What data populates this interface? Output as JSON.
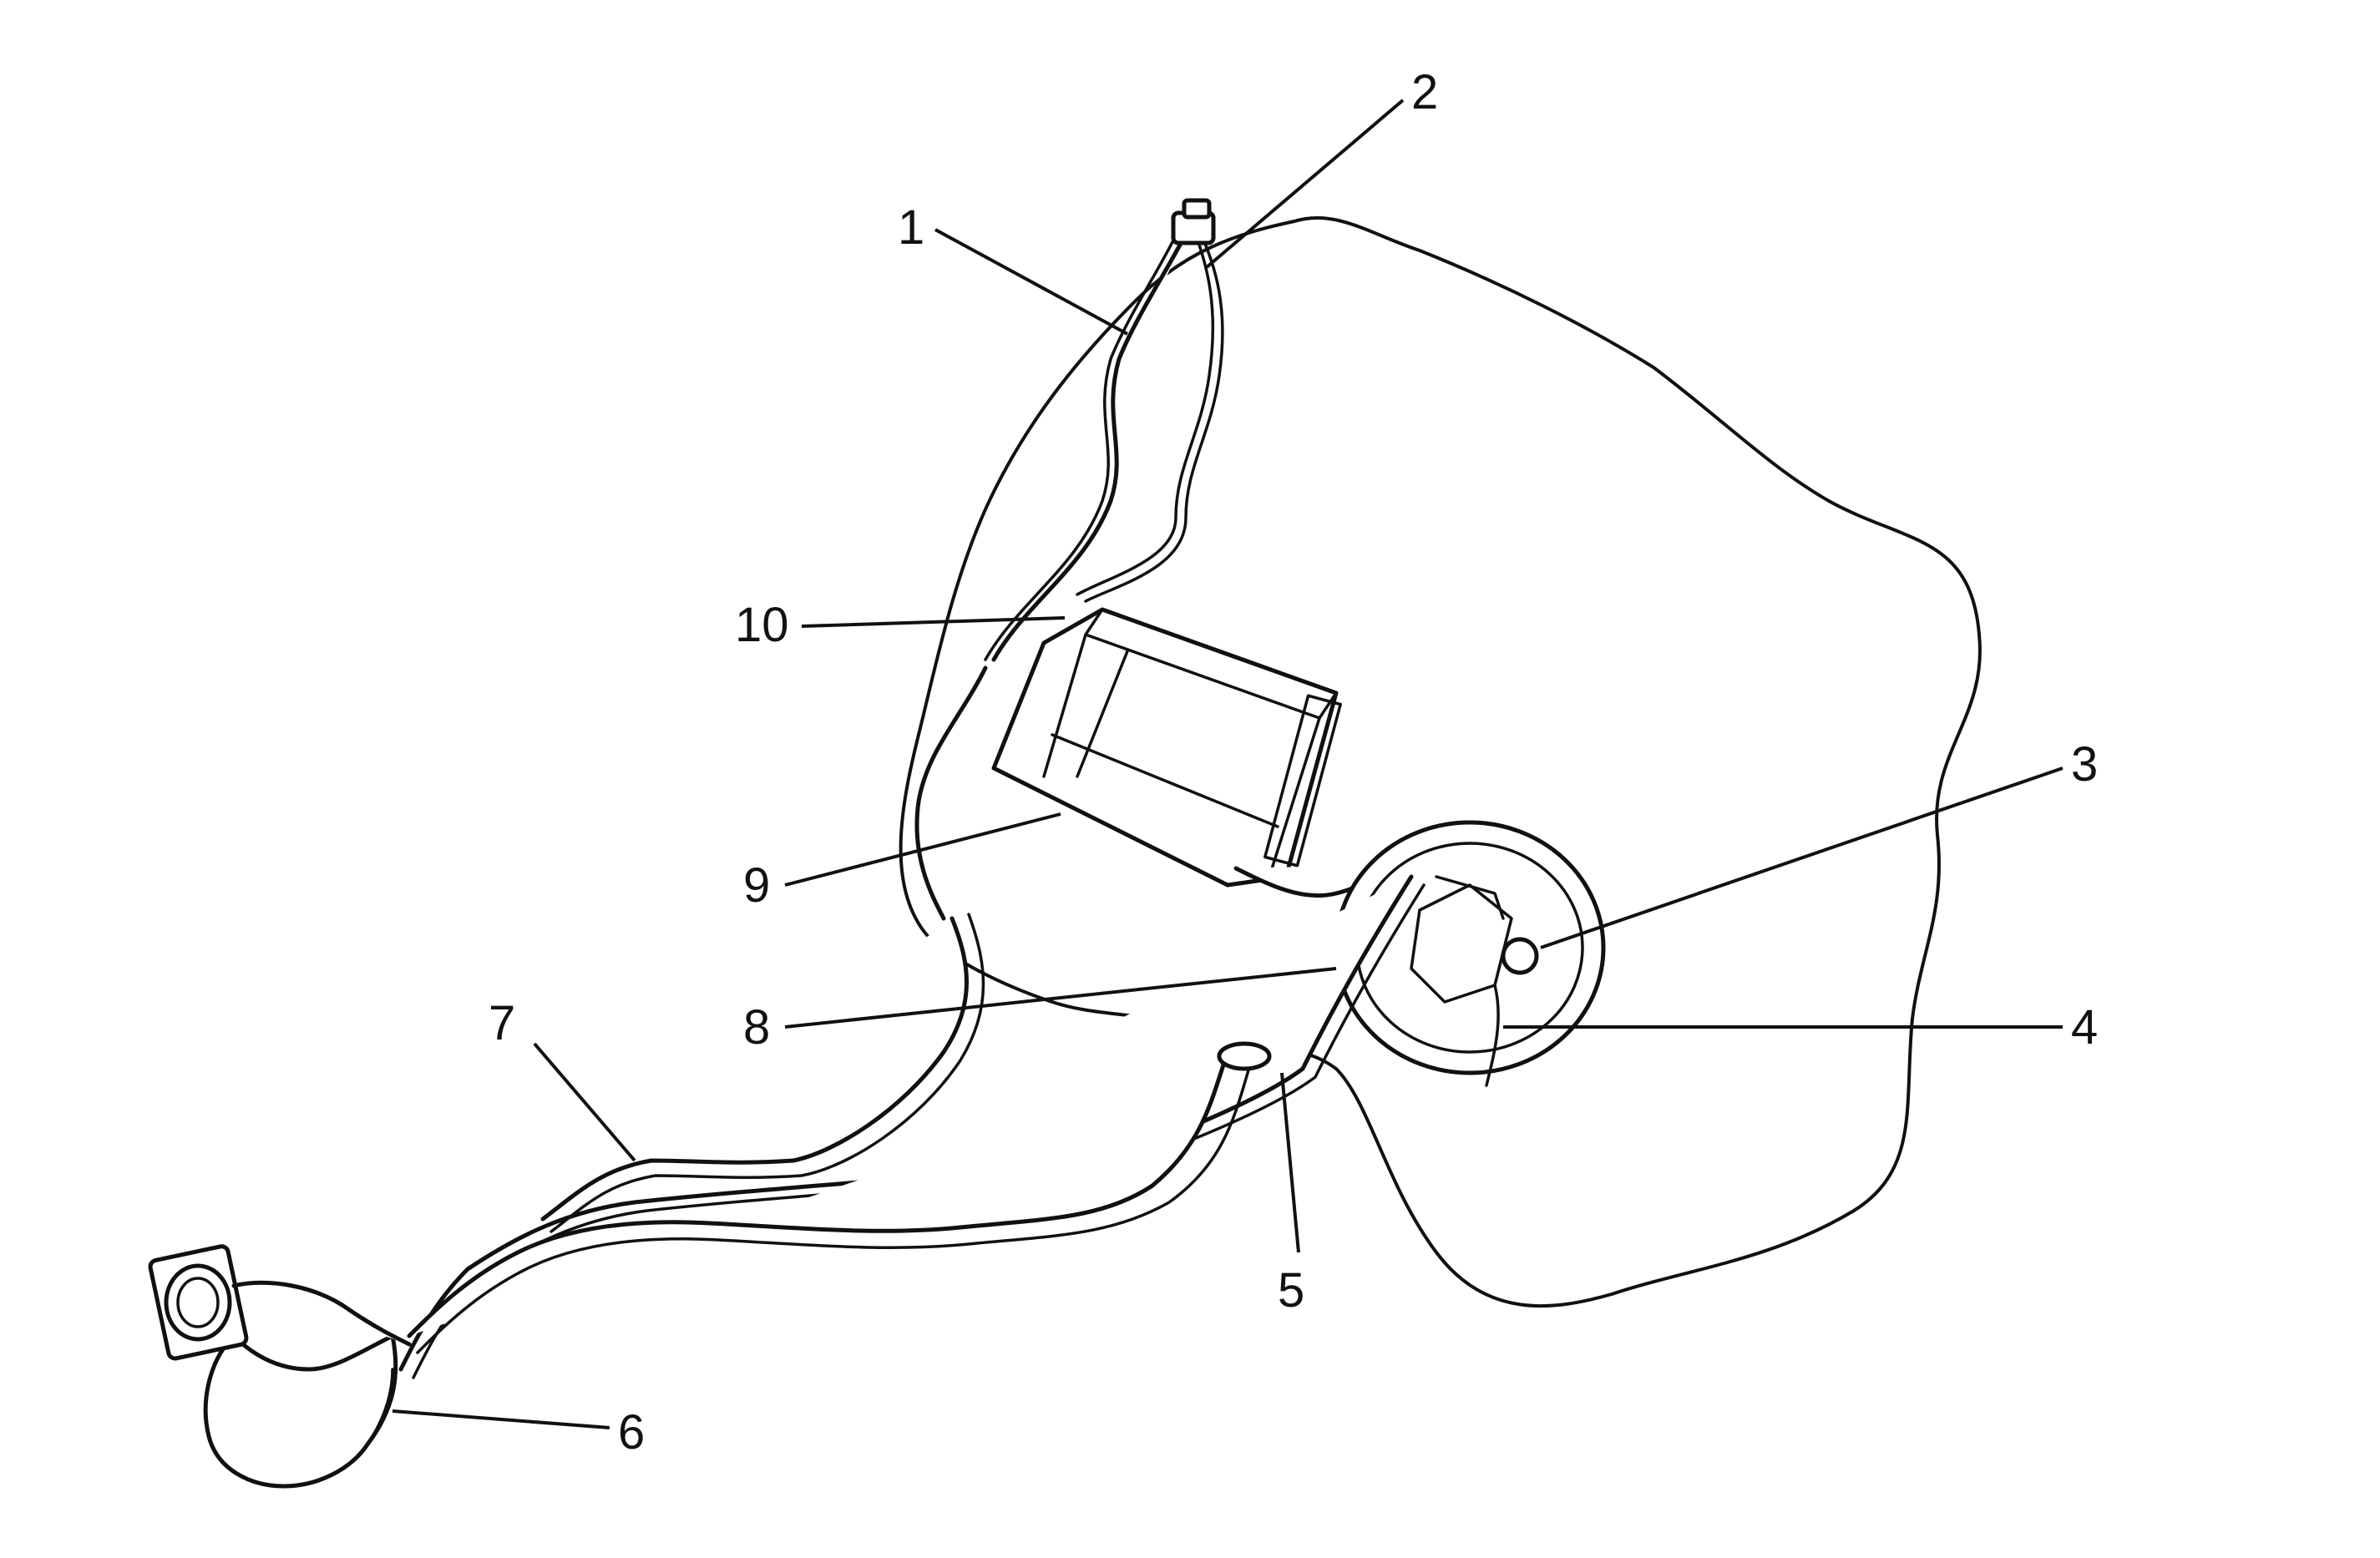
{
  "callouts": [
    {
      "id": "1",
      "label": "1"
    },
    {
      "id": "2",
      "label": "2"
    },
    {
      "id": "3",
      "label": "3"
    },
    {
      "id": "4",
      "label": "4"
    },
    {
      "id": "5",
      "label": "5"
    },
    {
      "id": "6",
      "label": "6"
    },
    {
      "id": "7",
      "label": "7"
    },
    {
      "id": "8",
      "label": "8"
    },
    {
      "id": "9",
      "label": "9"
    },
    {
      "id": "10",
      "label": "10"
    }
  ],
  "colors": {
    "line": "#111111",
    "background": "#ffffff"
  }
}
